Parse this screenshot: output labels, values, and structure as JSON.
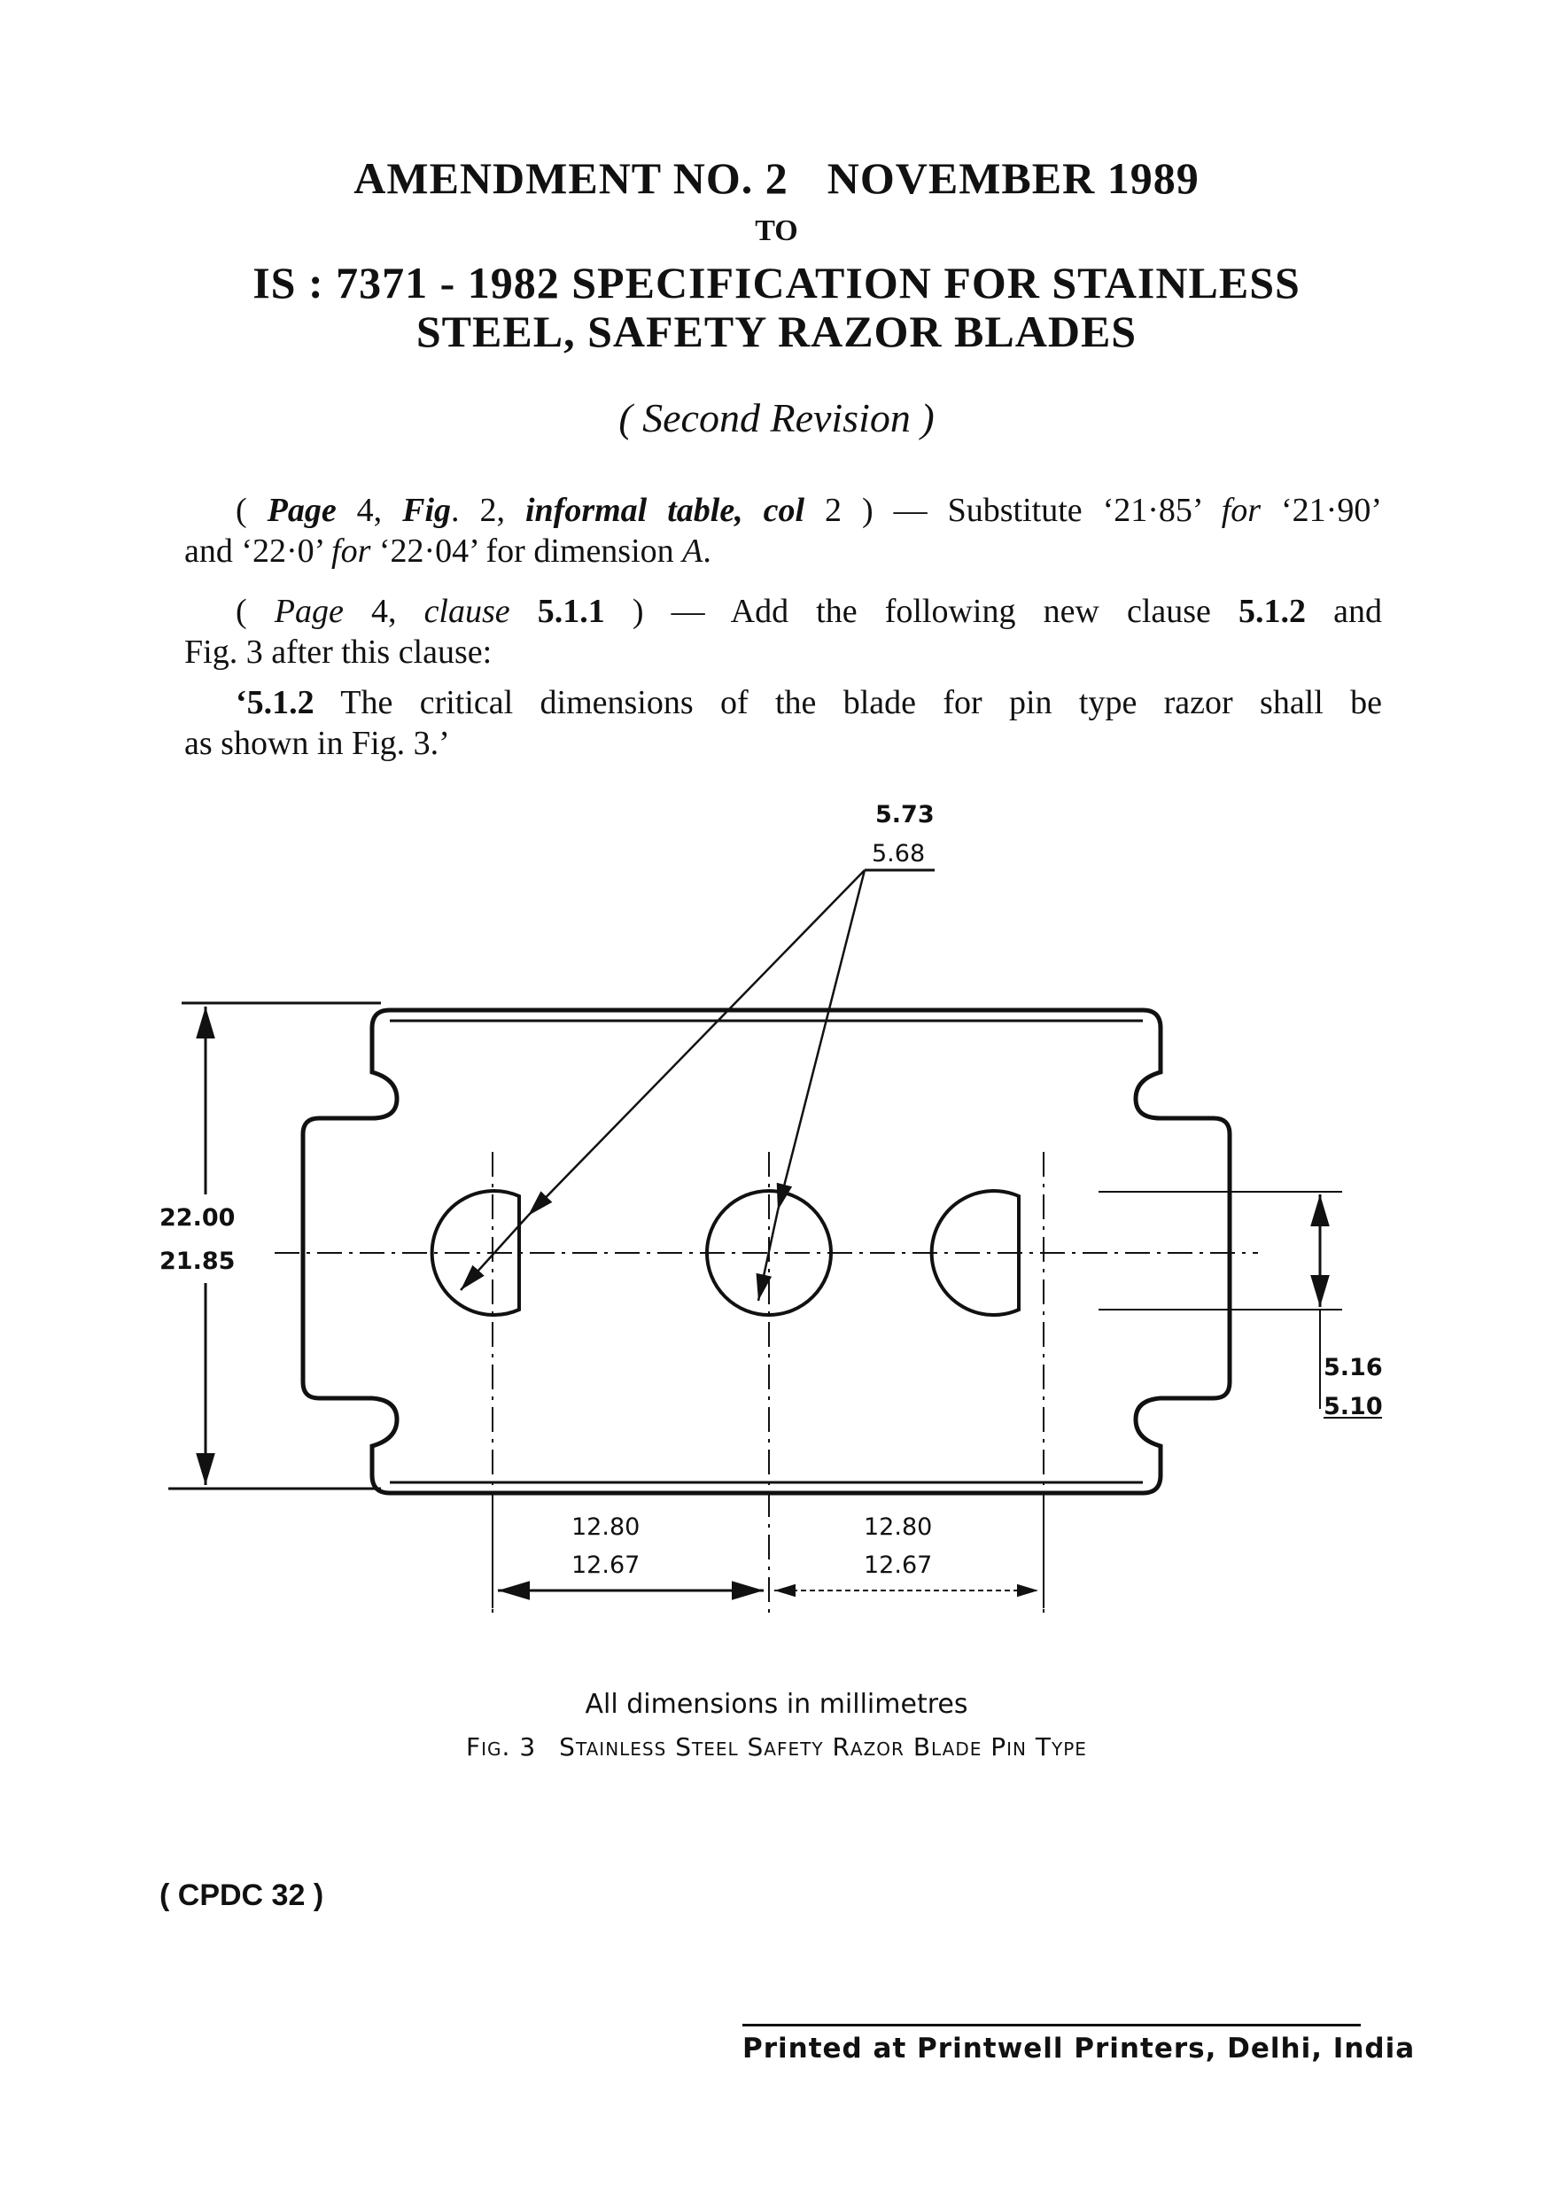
{
  "header": {
    "amendment_no": "AMENDMENT NO. 2",
    "amendment_date": "NOVEMBER 1989",
    "to": "TO",
    "spec_line1": "IS : 7371 - 1982 SPECIFICATION FOR STAINLESS",
    "spec_line2": "STEEL, SAFETY RAZOR BLADES",
    "revision": "( Second Revision )"
  },
  "para1": {
    "ref_open": "( ",
    "ref_page": "Page",
    "ref_page_no": " 4, ",
    "ref_fig": "Fig",
    "ref_fig_no": ". 2, ",
    "ref_table": "informal table, col",
    "ref_col": " 2",
    "ref_close": " ) — Substitute ",
    "new1": "‘21·85’ ",
    "for1": "for",
    "old1": " ‘21·90’",
    "line2_start": "and ‘22·0’ ",
    "for2": "for",
    "line2_end": " ‘22·04’ for dimension ",
    "dim_a": "A",
    "line2_dot": "."
  },
  "para2": {
    "ref_open": "( ",
    "ref_page": "Page",
    "ref_page_no": " 4, ",
    "ref_clause": "clause",
    "clause_no": " 5.1.1",
    "ref_close": " ) — Add the following new clause ",
    "new_clause": "5.1.2",
    "line1_end": " and",
    "line2": "Fig. 3 after this clause:"
  },
  "para3": {
    "clause_label": "‘5.1.2",
    "line1": " The critical dimensions of the blade for pin type razor shall be",
    "line2": "as shown in Fig. 3.’"
  },
  "figure": {
    "hole_dia_max": "5.73",
    "hole_dia_min": "5.68",
    "height_max": "22.00",
    "height_min": "21.85",
    "slot_max": "5.16",
    "slot_min": "5.10",
    "pitch_left_max": "12.80",
    "pitch_left_min": "12.67",
    "pitch_right_max": "12.80",
    "pitch_right_min": "12.67",
    "units": "All dimensions in millimetres",
    "caption_label": "Fig. 3",
    "caption_title": "Stainless Steel Safety Razor Blade Pin Type"
  },
  "footer": {
    "committee": "( CPDC 32 )",
    "printer": "Printed at Printwell Printers, Delhi, India"
  }
}
